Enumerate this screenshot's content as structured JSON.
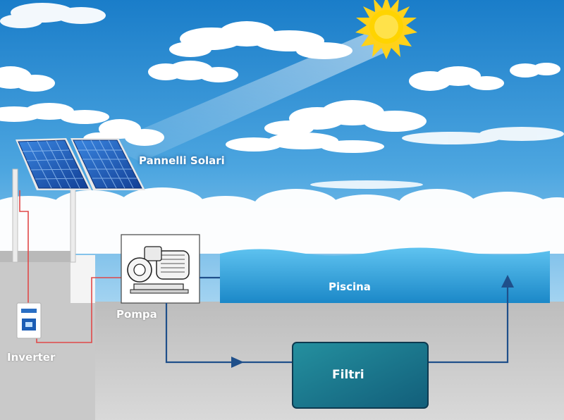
{
  "labels": {
    "solar_panels": "Pannelli Solari",
    "pool": "Piscina",
    "pump": "Pompa",
    "inverter": "Inverter",
    "filters": "Filtri"
  },
  "icons": [
    "sun-icon",
    "solar-panel-icon",
    "pump-icon",
    "inverter-icon",
    "filter-icon",
    "flow-arrow-icon"
  ],
  "colors": {
    "sky_top": "#1a7dc9",
    "sky_bottom": "#9fd0f0",
    "cloud": "#ffffff",
    "ground": "#c4c4c4",
    "pool_water": "#2a99d6",
    "panel": "#1e5bb8",
    "sun": "#ffd21a",
    "filter_box": "#1b7b8c",
    "pipe": "#1f4f8a",
    "wire": "#e04848"
  }
}
